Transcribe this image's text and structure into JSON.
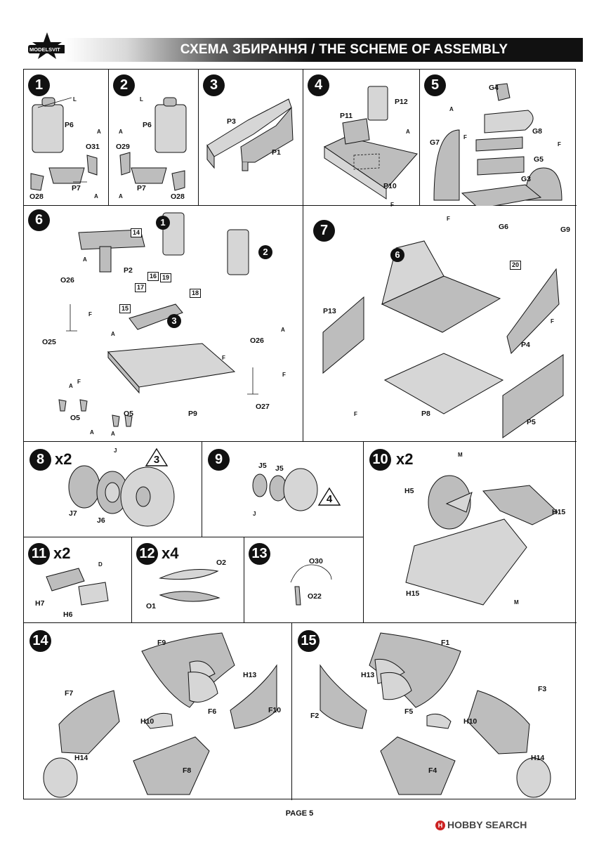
{
  "header": {
    "title": "СХЕМА ЗБИРАННЯ / THE SCHEME OF ASSEMBLY",
    "logo_text": "MODELSVIT"
  },
  "steps": [
    {
      "number": "1",
      "labels": [
        "P6",
        "L",
        "A",
        "O31",
        "P7",
        "A",
        "O28"
      ]
    },
    {
      "number": "2",
      "labels": [
        "P6",
        "L",
        "A",
        "O29",
        "P7",
        "A",
        "O28"
      ]
    },
    {
      "number": "3",
      "labels": [
        "P3",
        "P1"
      ]
    },
    {
      "number": "4",
      "labels": [
        "P12",
        "P11",
        "A",
        "P10",
        "F"
      ]
    },
    {
      "number": "5",
      "labels": [
        "G4",
        "A",
        "G8",
        "G7",
        "F",
        "F",
        "G5",
        "G3",
        "F",
        "G6",
        "G9"
      ]
    },
    {
      "number": "6",
      "labels": [
        "P2",
        "O26",
        "A",
        "F",
        "O25",
        "A",
        "O5",
        "O5",
        "A",
        "P9",
        "F",
        "O26",
        "A",
        "F",
        "O27",
        "A",
        "F",
        "A"
      ],
      "boxes": [
        "14",
        "15",
        "16",
        "17",
        "18",
        "19"
      ],
      "sub_steps": [
        "1",
        "2",
        "3"
      ]
    },
    {
      "number": "7",
      "labels": [
        "P13",
        "P4",
        "F",
        "P8",
        "F",
        "P5"
      ],
      "boxes": [
        "20"
      ],
      "sub_steps": [
        "6"
      ]
    },
    {
      "number": "8",
      "qty": "x2",
      "labels": [
        "J",
        "J7",
        "J6"
      ],
      "ref": "3"
    },
    {
      "number": "9",
      "labels": [
        "J5",
        "J5",
        "J"
      ],
      "ref": "4"
    },
    {
      "number": "10",
      "qty": "x2",
      "labels": [
        "M",
        "H5",
        "H15",
        "H15",
        "M"
      ]
    },
    {
      "number": "11",
      "qty": "x2",
      "labels": [
        "D",
        "H7",
        "H6"
      ]
    },
    {
      "number": "12",
      "qty": "x4",
      "labels": [
        "O2",
        "O1"
      ]
    },
    {
      "number": "13",
      "labels": [
        "O30",
        "O22"
      ]
    },
    {
      "number": "14",
      "labels": [
        "F9",
        "H13",
        "F7",
        "F6",
        "F10",
        "H10",
        "H14",
        "F8"
      ]
    },
    {
      "number": "15",
      "labels": [
        "F1",
        "H13",
        "F3",
        "F2",
        "F5",
        "H10",
        "H14",
        "F4"
      ]
    }
  ],
  "footer": {
    "page": "PAGE 5",
    "watermark": "HOBBY SEARCH",
    "watermark_icon": "H"
  }
}
